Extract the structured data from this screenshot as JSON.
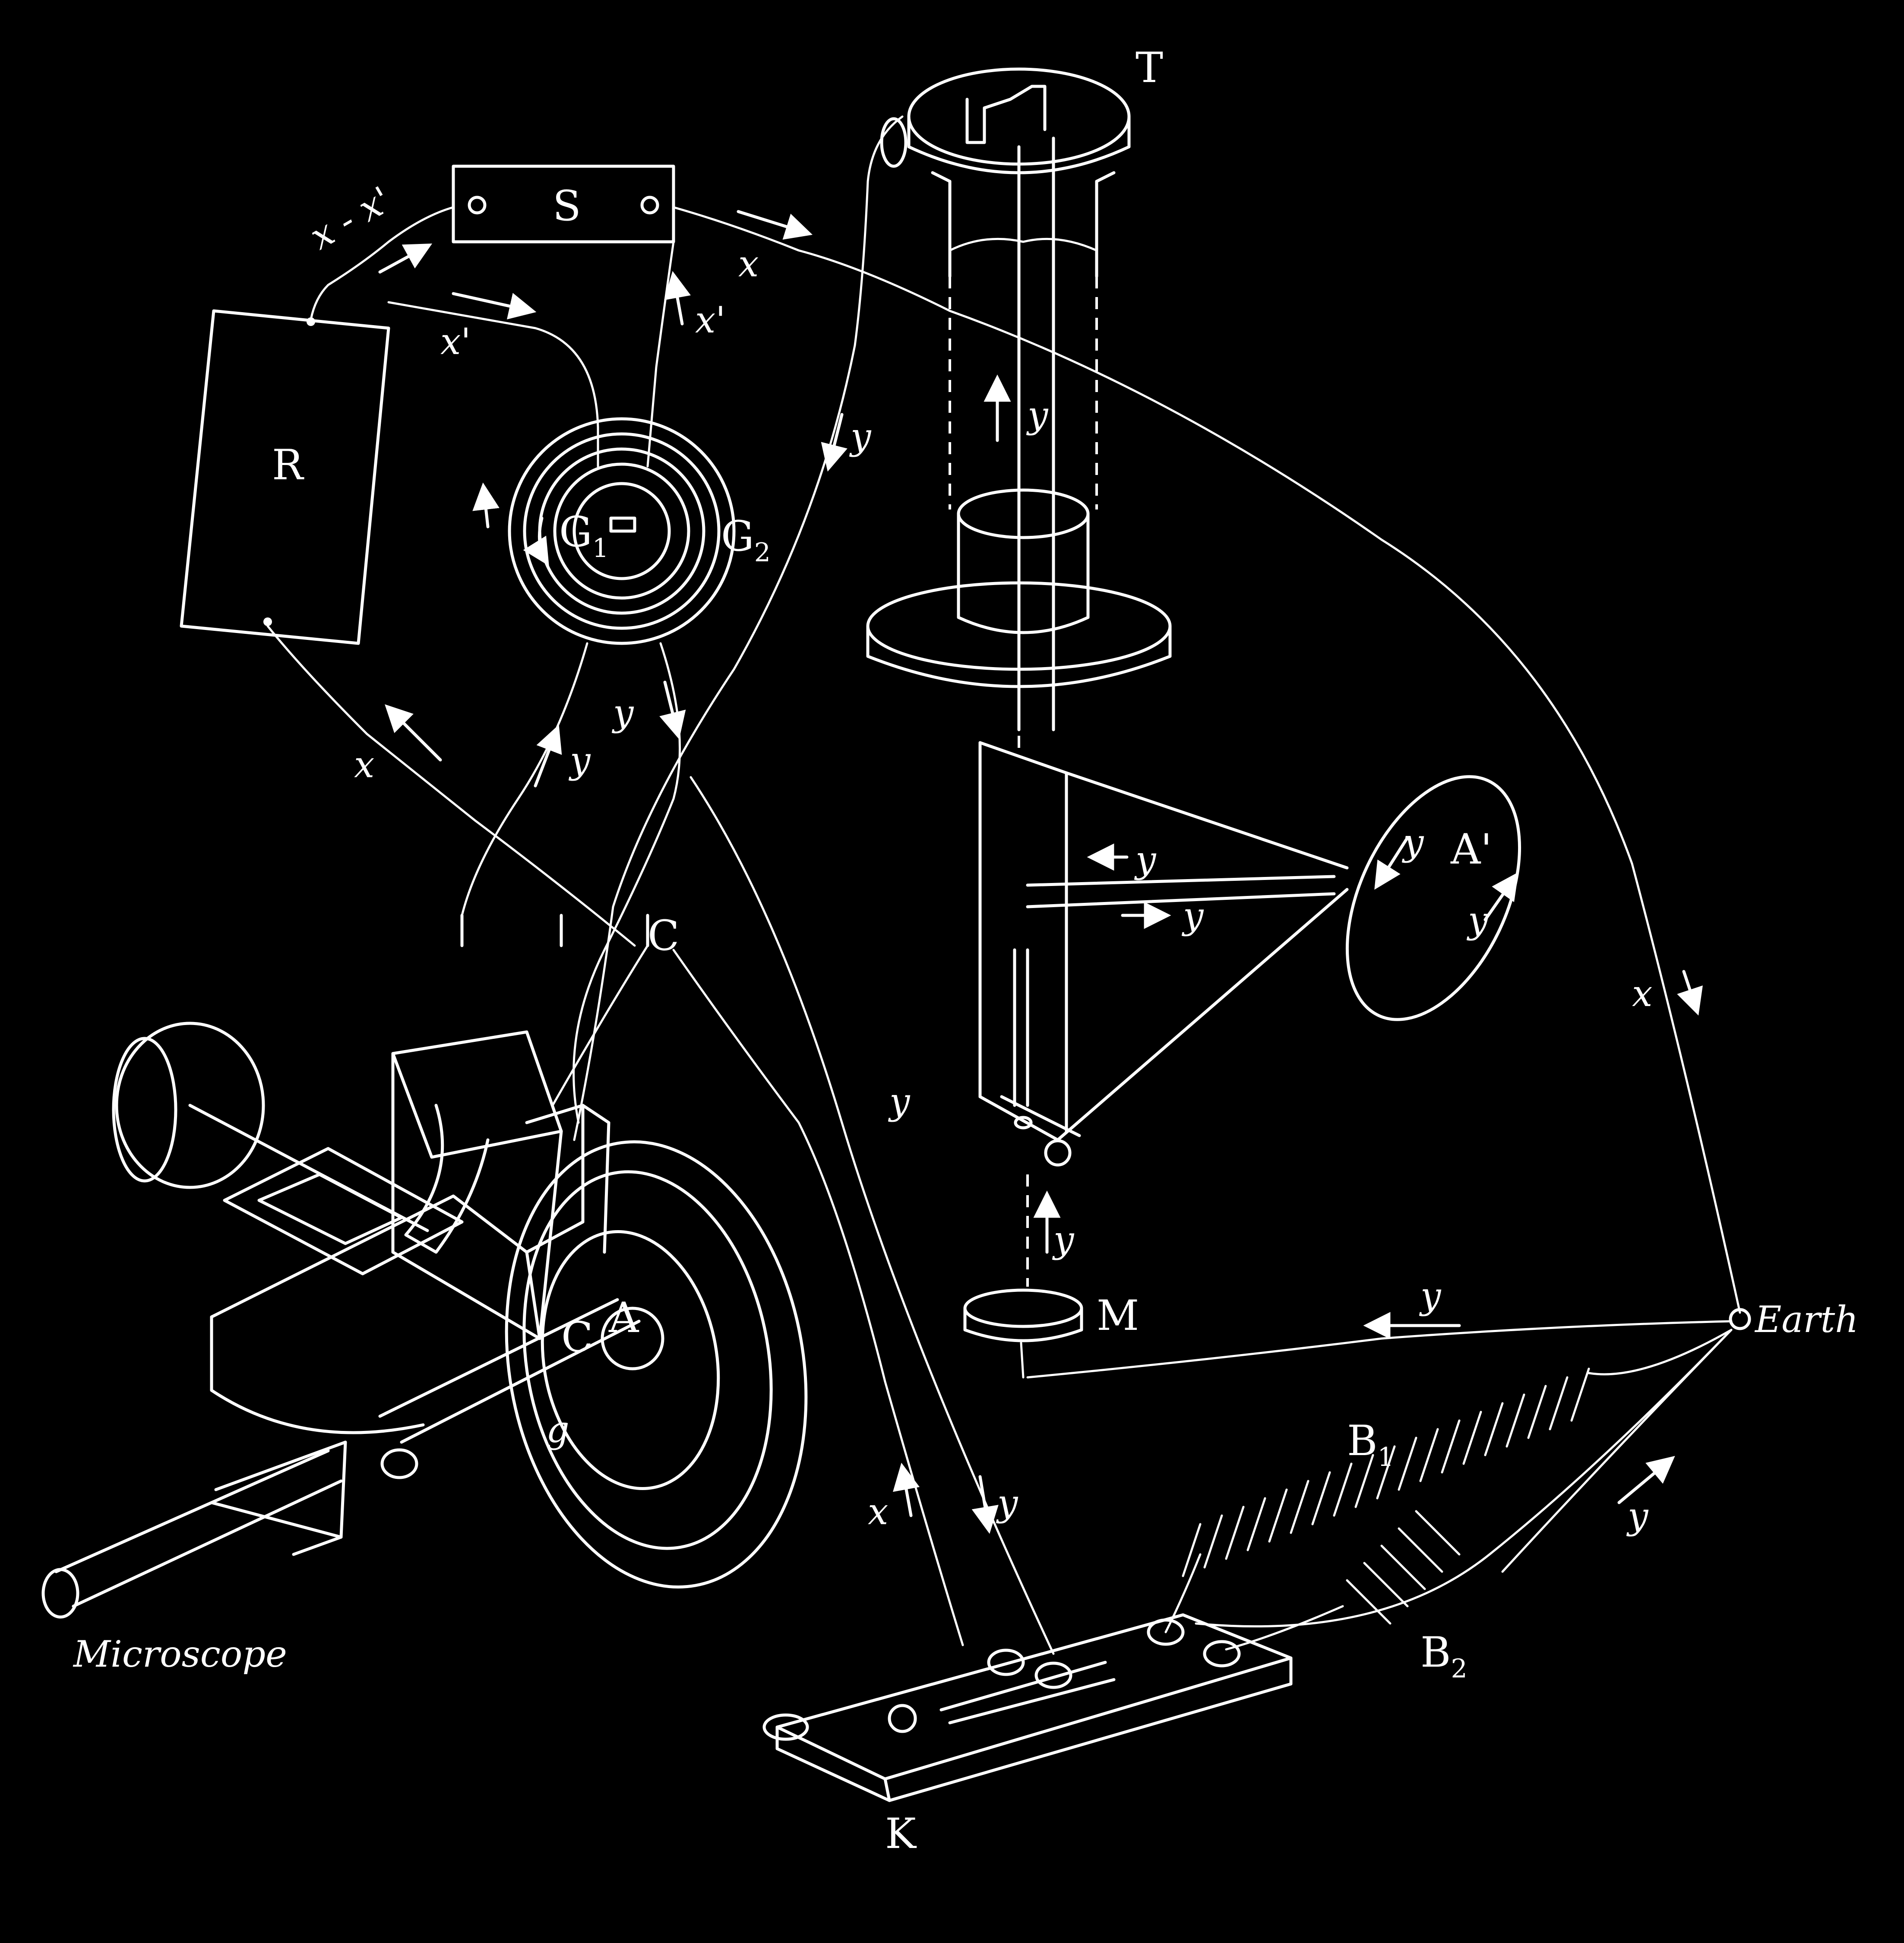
{
  "labels": {
    "T": "T",
    "S": "S",
    "R": "R",
    "G1": "G",
    "G1_sub": "1",
    "G2": "G",
    "G2_sub": "2",
    "A_prime": "A'",
    "A": "A",
    "C_upper": "C",
    "C_lower": "C",
    "g": "g",
    "M": "M",
    "earth": "Earth",
    "B1": "B",
    "B1_sub": "1",
    "B2": "B",
    "B2_sub": "2",
    "K": "K",
    "microscope": "Microscope"
  },
  "wire_labels": {
    "x_minus_x_prime": "x - x'",
    "x_prime_top": "x'",
    "x_prime_s": "x'",
    "x_s_right": "x",
    "y_tube": "y",
    "y_left_wire": "y",
    "x_left_lower": "x",
    "y_g_left": "y",
    "y_g_right": "y",
    "y_a_prime_1": "y",
    "y_a_prime_2": "y",
    "y_arrow_left": "y",
    "y_arrow_right": "y",
    "y_mid": "y",
    "y_m": "y",
    "x_right": "x",
    "y_earth": "y",
    "x_k": "x",
    "y_k": "y",
    "y_b2": "y"
  }
}
